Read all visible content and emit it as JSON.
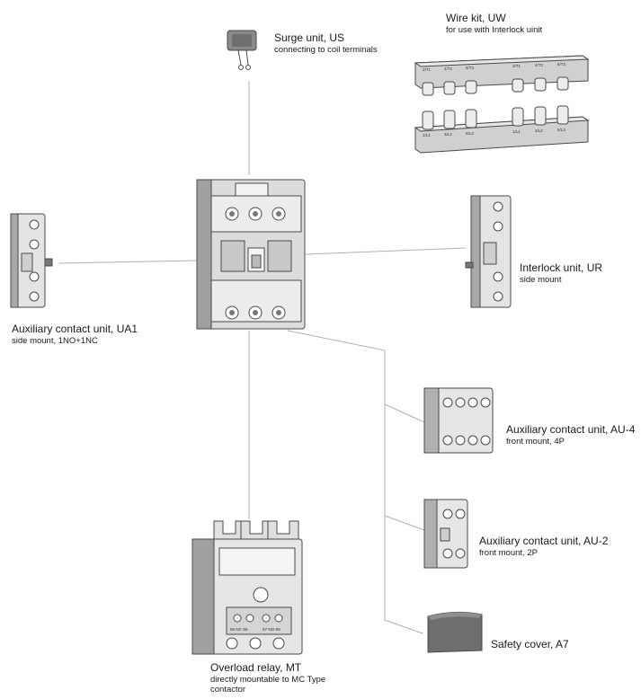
{
  "components": {
    "surge_unit": {
      "title": "Surge unit, US",
      "subtitle": "connecting to coil terminals"
    },
    "wire_kit": {
      "title": "Wire kit, UW",
      "subtitle": "for use with Interlock uinit"
    },
    "aux_ua1": {
      "title": "Auxiliary contact unit, UA1",
      "subtitle": "side mount, 1NO+1NC"
    },
    "interlock": {
      "title": "Interlock unit, UR",
      "subtitle": "side mount"
    },
    "aux_au4": {
      "title": "Auxiliary contact unit, AU-4",
      "subtitle": "front mount, 4P"
    },
    "aux_au2": {
      "title": "Auxiliary contact unit, AU-2",
      "subtitle": "front mount, 2P"
    },
    "overload_relay": {
      "title": "Overload relay, MT",
      "subtitle": "directly mountable to MC Type contactor",
      "markings": [
        "95-NC-96",
        "97-NO-98"
      ]
    },
    "safety_cover": {
      "title": "Safety cover, A7"
    }
  },
  "wire_kit_terminals": [
    "2/T1",
    "4/T2",
    "6/T3",
    "2/T1",
    "4/T2",
    "6/T3"
  ],
  "wire_kit_terminals_bottom": [
    "1/L1",
    "3/L2",
    "5/L3",
    "1/L1",
    "3/L2",
    "5/L3"
  ],
  "colors": {
    "line": "#b0b0b0",
    "body_light": "#ececec",
    "body_mid": "#d2d2d2",
    "body_dark": "#8a8a8a",
    "outline": "#4a4a4a"
  }
}
